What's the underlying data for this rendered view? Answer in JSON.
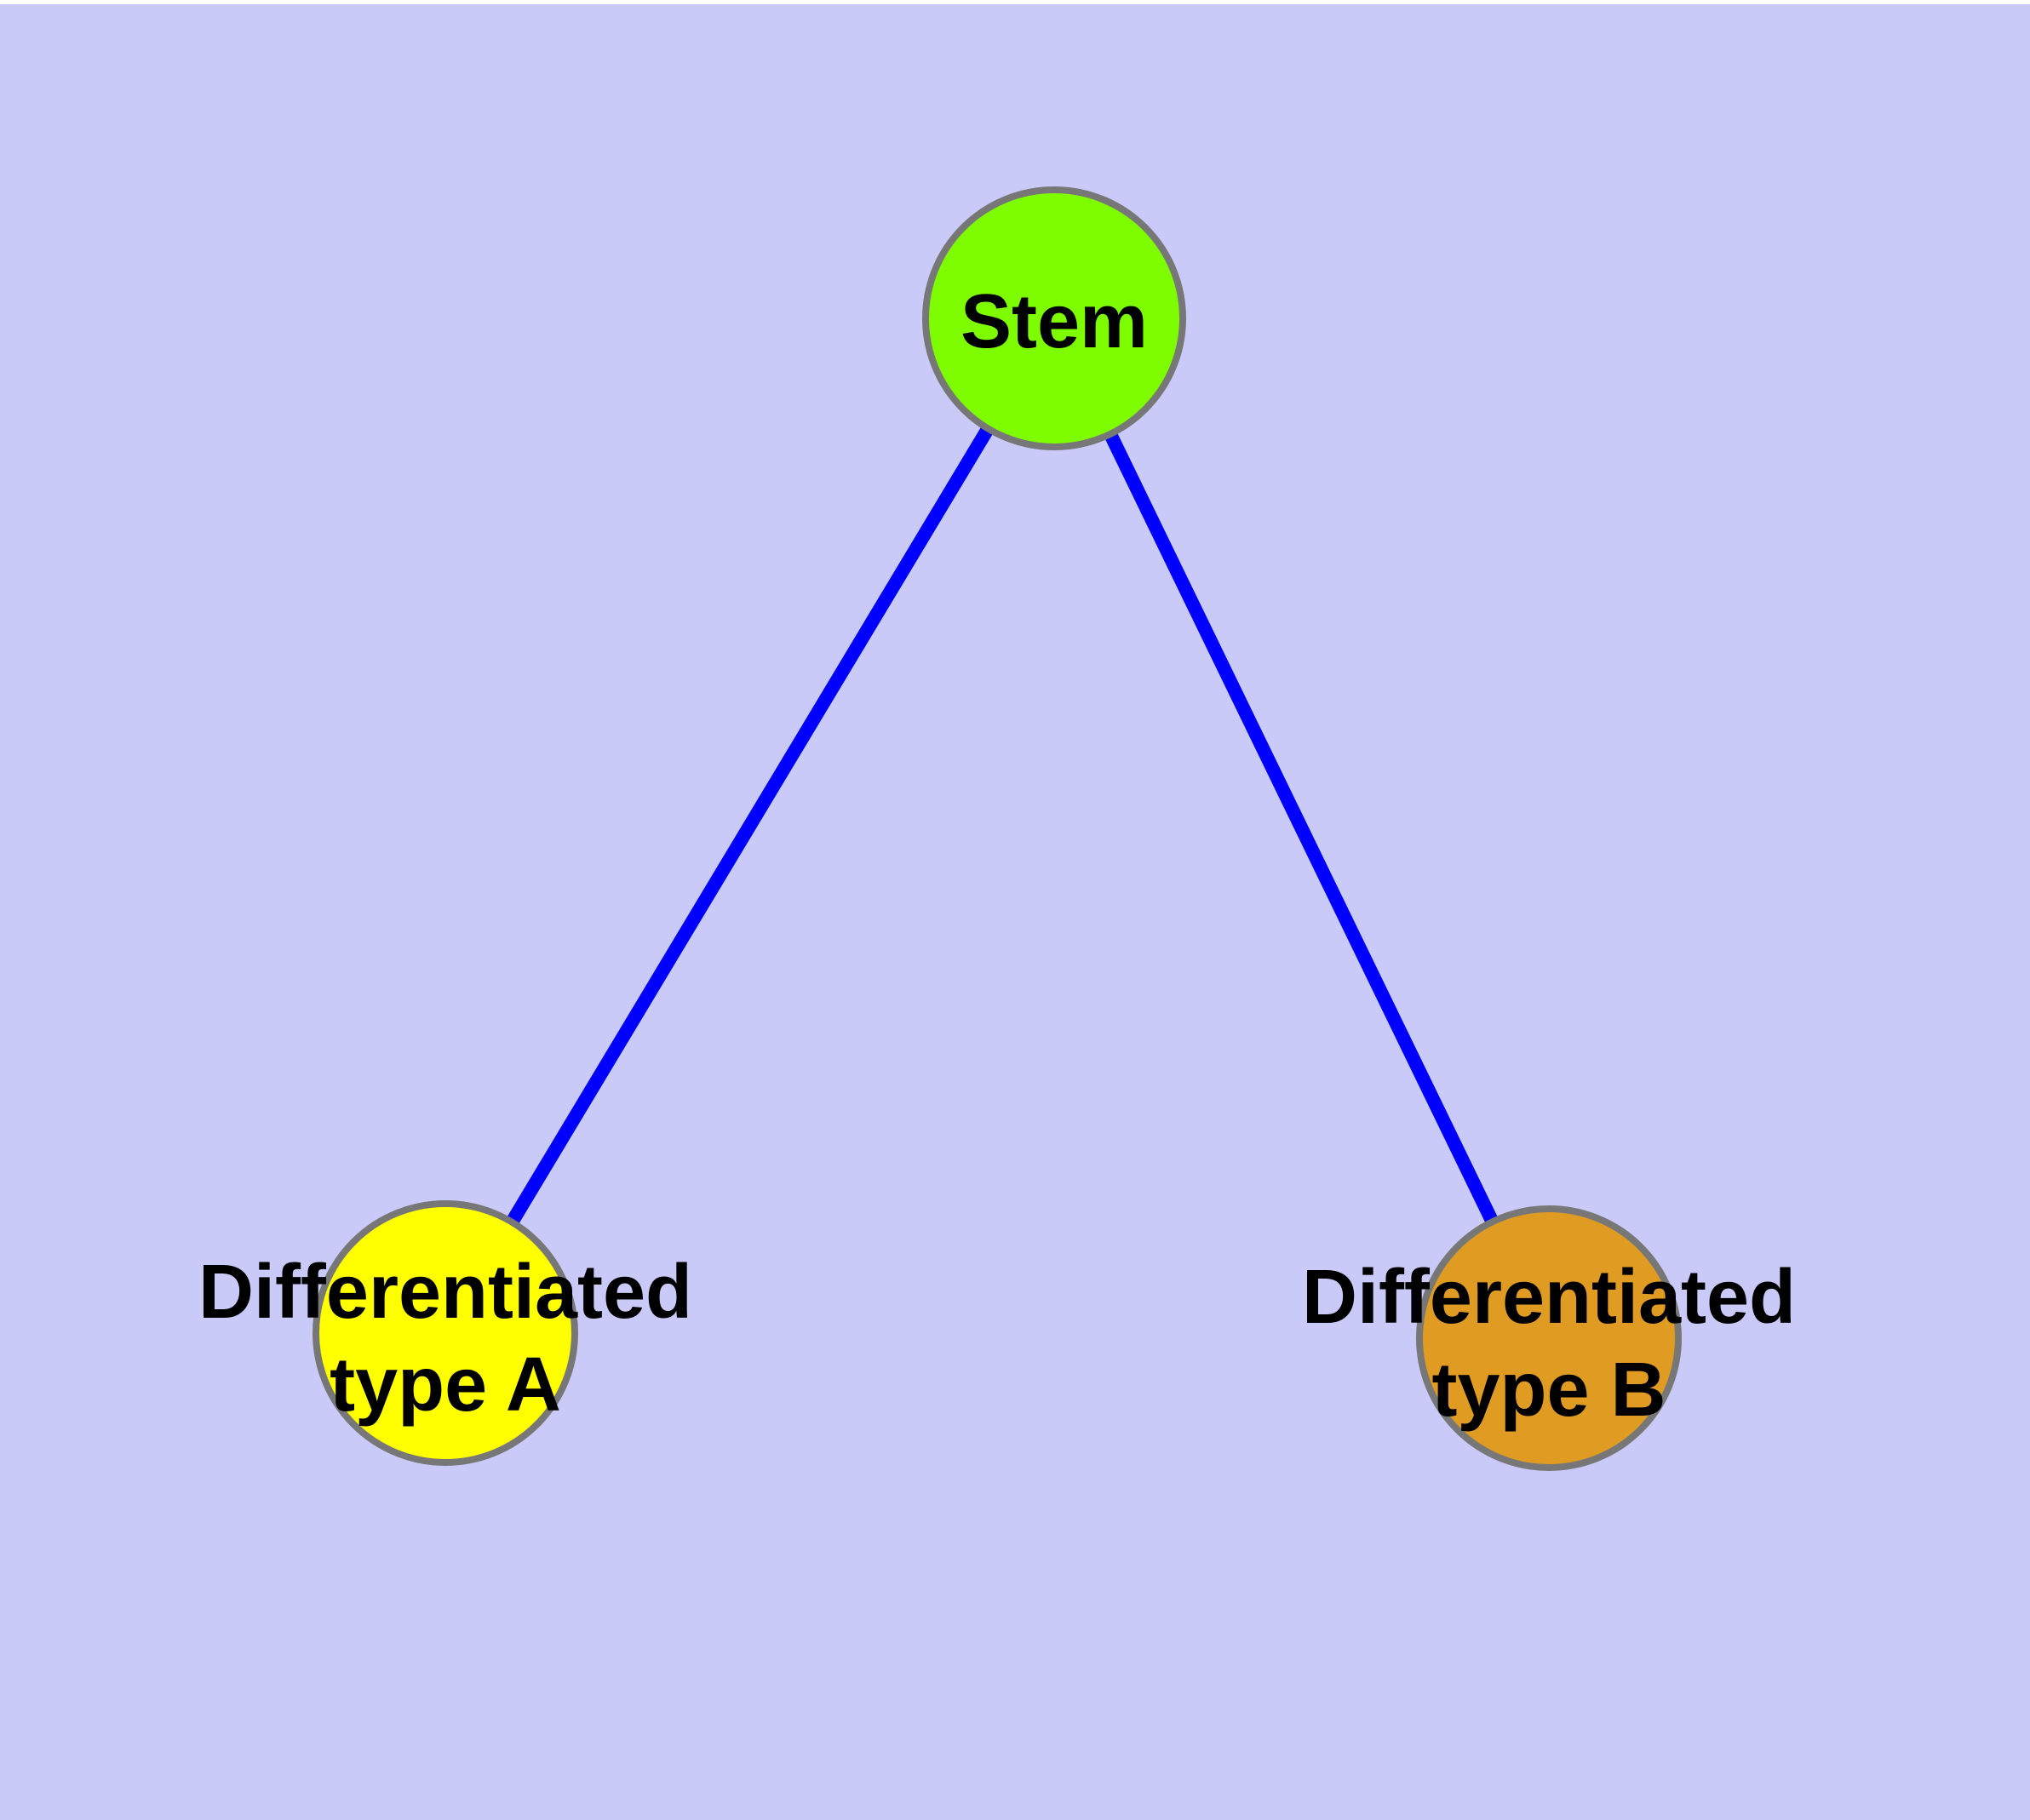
{
  "colors": {
    "background": "#cacaf8",
    "top_strip": "#ffffff",
    "edge": "#0000ff",
    "node_border": "#777777",
    "label_text": "#000000"
  },
  "diagram": {
    "type": "node-edge-graph",
    "description": "Stem cell differentiation tree with one parent node and two differentiated child nodes",
    "nodes": [
      {
        "id": "stem",
        "label": "Stem",
        "label_lines": [
          "Stem"
        ],
        "fill": "#7efc00"
      },
      {
        "id": "typeA",
        "label": "Differentiated type A",
        "label_lines": [
          "Differentiated",
          "type A"
        ],
        "fill": "#ffff00"
      },
      {
        "id": "typeB",
        "label": "Differentiated type B",
        "label_lines": [
          "Differentiated",
          "type B"
        ],
        "fill": "#df9b22"
      }
    ],
    "edges": [
      {
        "from": "Stem",
        "to": "Differentiated type A"
      },
      {
        "from": "Stem",
        "to": "Differentiated type B"
      }
    ]
  }
}
